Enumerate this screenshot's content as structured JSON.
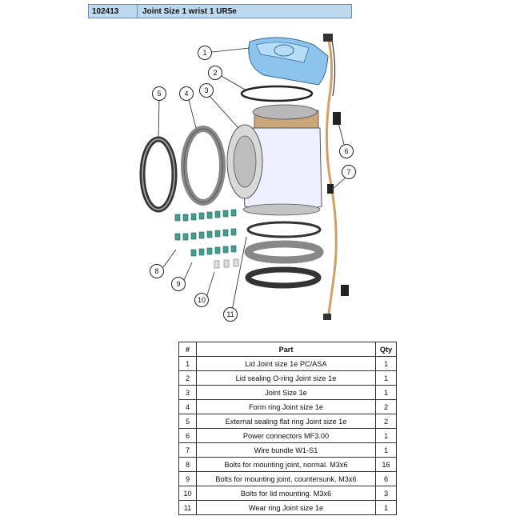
{
  "header": {
    "number": "102413",
    "title": "Joint Size 1 wrist 1 UR5e"
  },
  "callouts": [
    "1",
    "2",
    "3",
    "4",
    "5",
    "6",
    "7",
    "8",
    "9",
    "10",
    "11"
  ],
  "table": {
    "headers": [
      "#",
      "Part",
      "Qty"
    ],
    "rows": [
      {
        "num": "1",
        "part": "Lid Joint size 1e PC/ASA",
        "qty": "1"
      },
      {
        "num": "2",
        "part": "Lid sealing O-ring Joint size 1e",
        "qty": "1"
      },
      {
        "num": "3",
        "part": "Joint Size 1e",
        "qty": "1"
      },
      {
        "num": "4",
        "part": "Form ring Joint size 1e",
        "qty": "2"
      },
      {
        "num": "5",
        "part": "External sealing flat ring Joint size 1e",
        "qty": "2"
      },
      {
        "num": "6",
        "part": "Power connectors MF3.00",
        "qty": "1"
      },
      {
        "num": "7",
        "part": "Wire bundle W1-S1",
        "qty": "1"
      },
      {
        "num": "8",
        "part": "Bolts for mounting joint, normal. M3x6",
        "qty": "16"
      },
      {
        "num": "9",
        "part": "Bolts for mounting joint, countersunk. M3x6",
        "qty": "6"
      },
      {
        "num": "10",
        "part": "Bolts for lid mounting. M3x6",
        "qty": "3"
      },
      {
        "num": "11",
        "part": "Wear ring Joint size 1e",
        "qty": "1"
      }
    ]
  }
}
